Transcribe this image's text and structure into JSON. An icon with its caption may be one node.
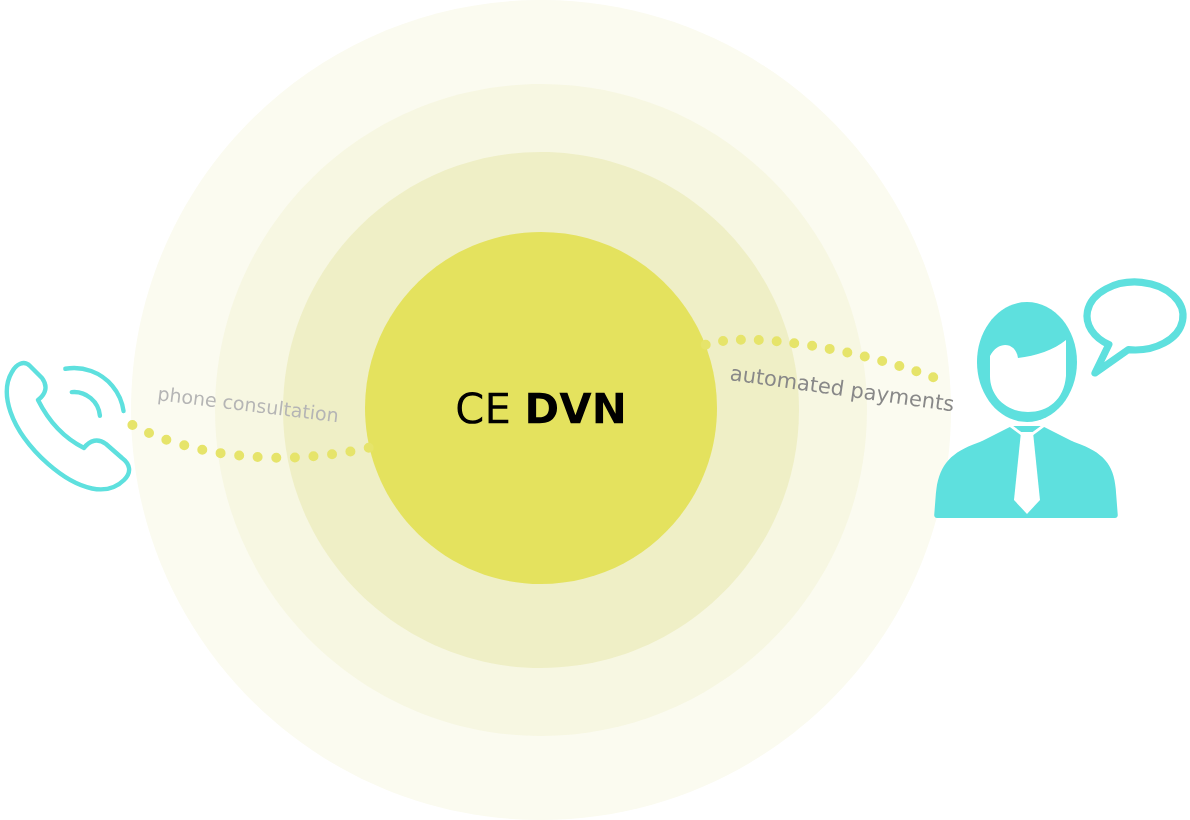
{
  "diagram": {
    "nodes": [
      {
        "text": [],
        "shape": "picture"
      },
      {
        "text": [
          "CE **DVN**"
        ]
      },
      {
        "text": [],
        "shape": "person"
      }
    ],
    "edges": [
      {
        "from": 0,
        "to": 1,
        "arrow": "none",
        "label": "phone consultation"
      },
      {
        "from": 1,
        "to": 2,
        "arrow": "none",
        "label": "automated payments"
      }
    ]
  }
}
